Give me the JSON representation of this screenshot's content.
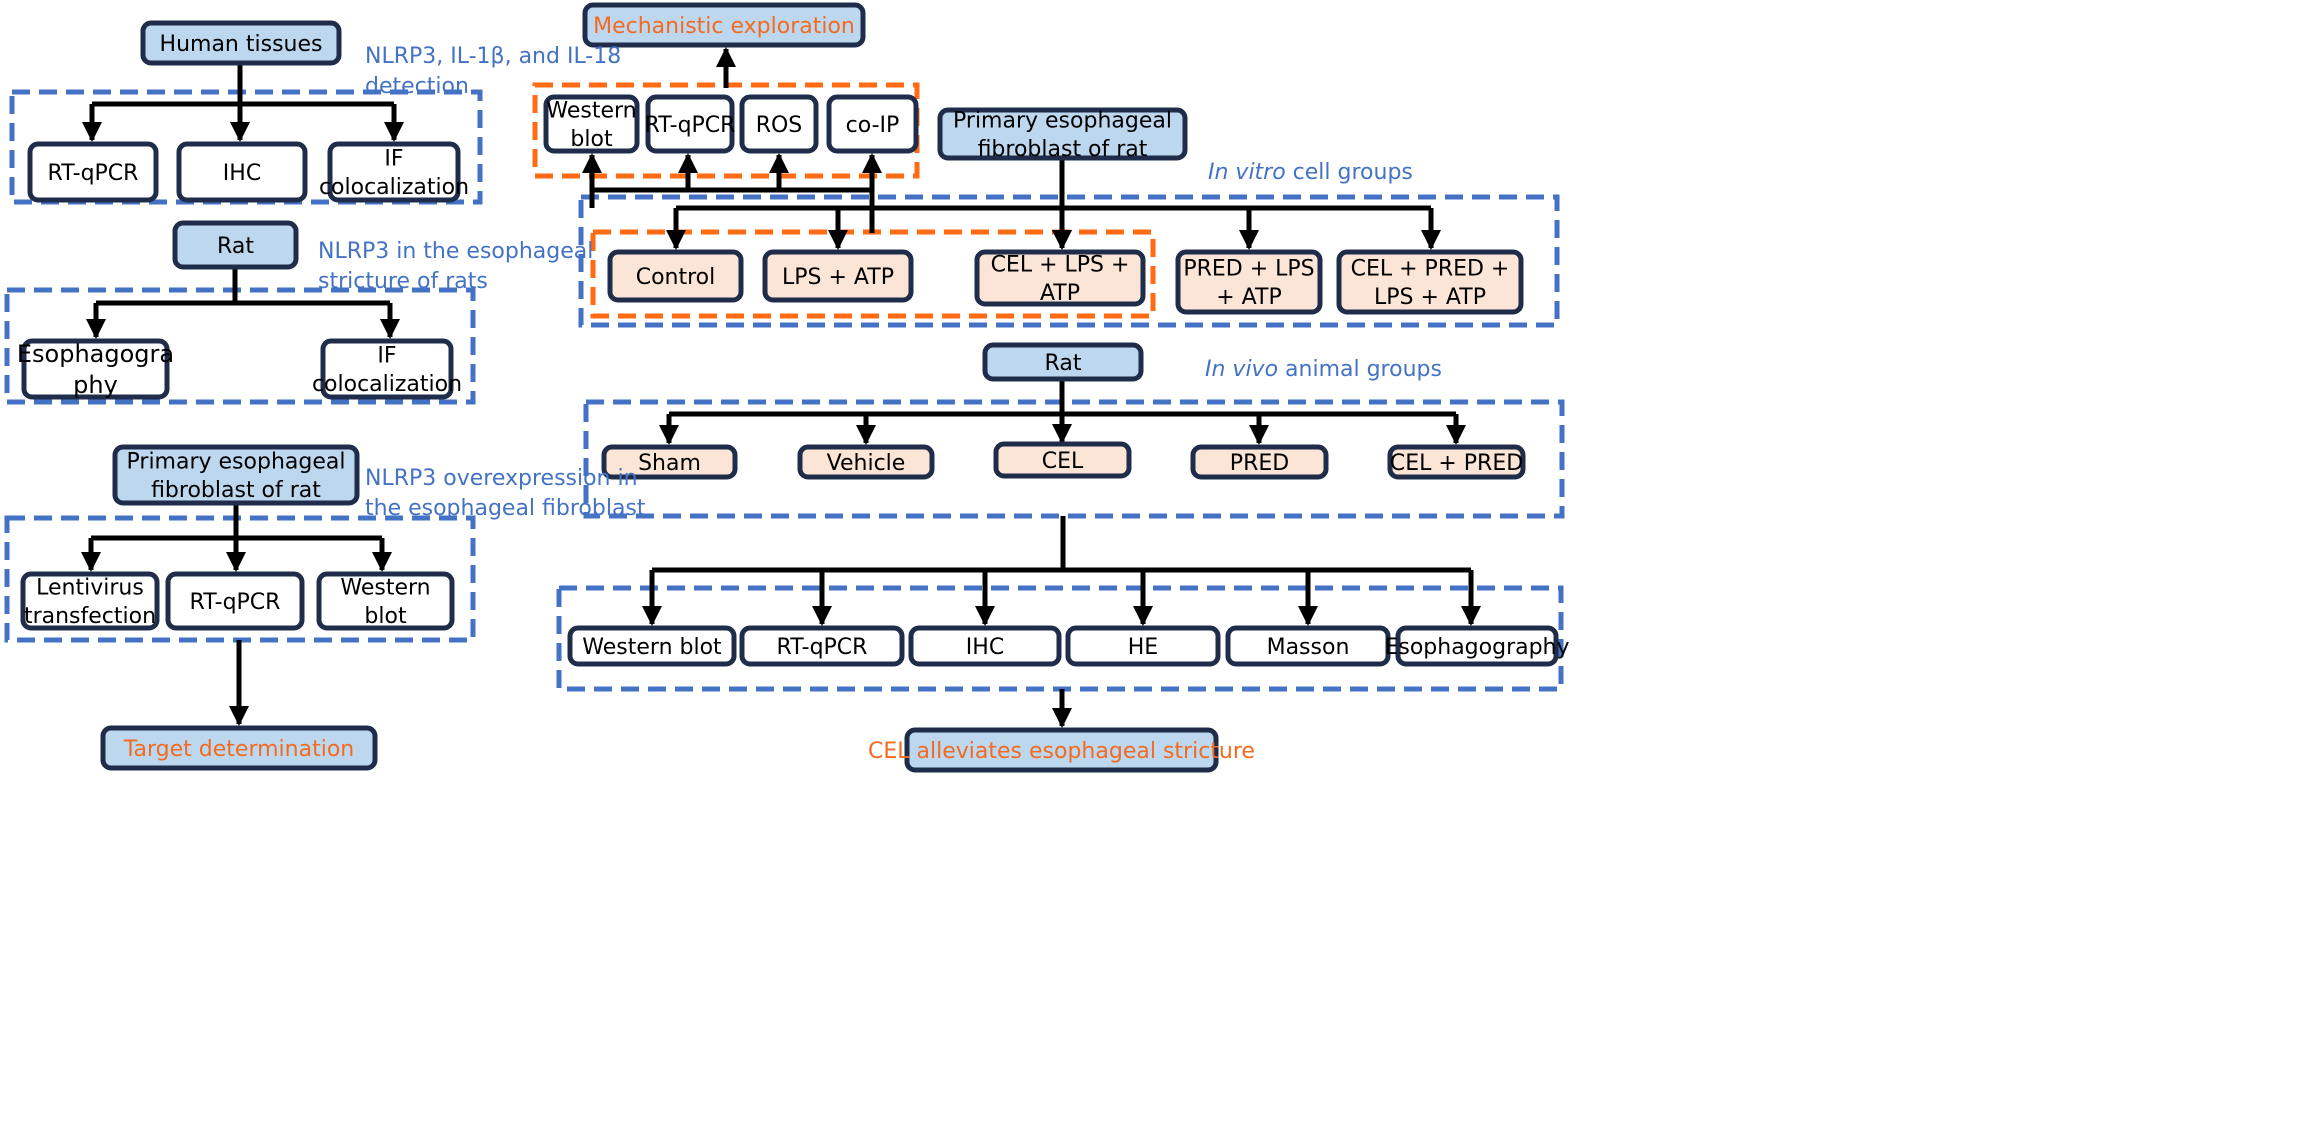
{
  "colors": {
    "box_header": "#bdd7ee",
    "box_group": "#fbe5d6",
    "box_method": "#ffffff",
    "box_border": "#1f2d4a",
    "dash_blue": "#4472c4",
    "dash_orange": "#ff6a13",
    "note_blue": "#4472c4",
    "title_orange": "#f26b21",
    "arrow": "#000000"
  },
  "panel_human": {
    "header": "Human tissues",
    "note": [
      "NLRP3, IL-1β, and IL-18",
      "detection"
    ],
    "methods": [
      [
        "RT-qPCR"
      ],
      [
        "IHC"
      ],
      [
        "IF",
        "colocalization"
      ]
    ]
  },
  "panel_rat": {
    "header": "Rat",
    "note": [
      "NLRP3 in the esophageal",
      "stricture of rats"
    ],
    "methods": [
      [
        "Esophagogra",
        "phy"
      ],
      [
        "IF",
        "colocalization"
      ]
    ]
  },
  "panel_overexpression": {
    "header": [
      "Primary esophageal",
      "fibroblast of rat"
    ],
    "note": [
      "NLRP3 overexpression in",
      "the esophageal fibroblast"
    ],
    "methods": [
      [
        "Lentivirus",
        "transfection"
      ],
      [
        "RT-qPCR"
      ],
      [
        "Western",
        "blot"
      ]
    ],
    "result": "Target determination"
  },
  "panel_mechanism": {
    "result": "Mechanistic exploration",
    "methods": [
      [
        "Western",
        "blot"
      ],
      [
        "RT-qPCR"
      ],
      [
        "ROS"
      ],
      [
        "co-IP"
      ]
    ]
  },
  "panel_in_vitro": {
    "header": [
      "Primary esophageal",
      "fibroblast of rat"
    ],
    "note_italic": "In vitro",
    "note_rest": " cell groups",
    "groups": [
      [
        "Control"
      ],
      [
        "LPS + ATP"
      ],
      [
        "CEL + LPS +",
        "ATP"
      ],
      [
        "PRED + LPS",
        "+ ATP"
      ],
      [
        "CEL + PRED +",
        "LPS + ATP"
      ]
    ]
  },
  "panel_in_vivo": {
    "header": "Rat",
    "note_italic": "In vivo",
    "note_rest": " animal groups",
    "groups": [
      "Sham",
      "Vehicle",
      "CEL",
      "PRED",
      "CEL + PRED"
    ],
    "methods": [
      "Western blot",
      "RT-qPCR",
      "IHC",
      "HE",
      "Masson",
      "Esophagography"
    ],
    "result": "CEL alleviates esophageal stricture"
  }
}
